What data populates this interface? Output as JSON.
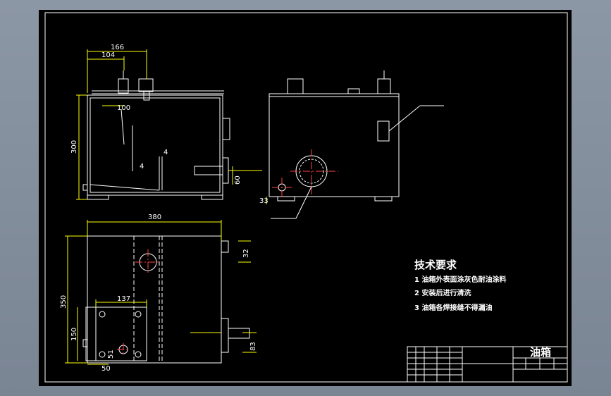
{
  "dimensions": {
    "d166": "166",
    "d104": "104",
    "d100": "100",
    "d300": "300",
    "d4a": "4",
    "d4b": "4",
    "d60": "60",
    "d33": "33",
    "d380": "380",
    "d32": "32",
    "d350": "350",
    "d137": "137",
    "d150": "150",
    "d83": "83",
    "d51": "51",
    "d50": "50"
  },
  "notes": {
    "heading": "技术要求",
    "items": [
      "1 油箱外表面涂灰色耐油涂料",
      "2 安装后进行清洗",
      "3 油箱各焊接缝不得漏油"
    ]
  },
  "title_block": {
    "name": "油箱"
  },
  "colors": {
    "background": "#000000",
    "lines": "#ffffff",
    "dimension": "#ffff00",
    "center": "#ff4040"
  }
}
